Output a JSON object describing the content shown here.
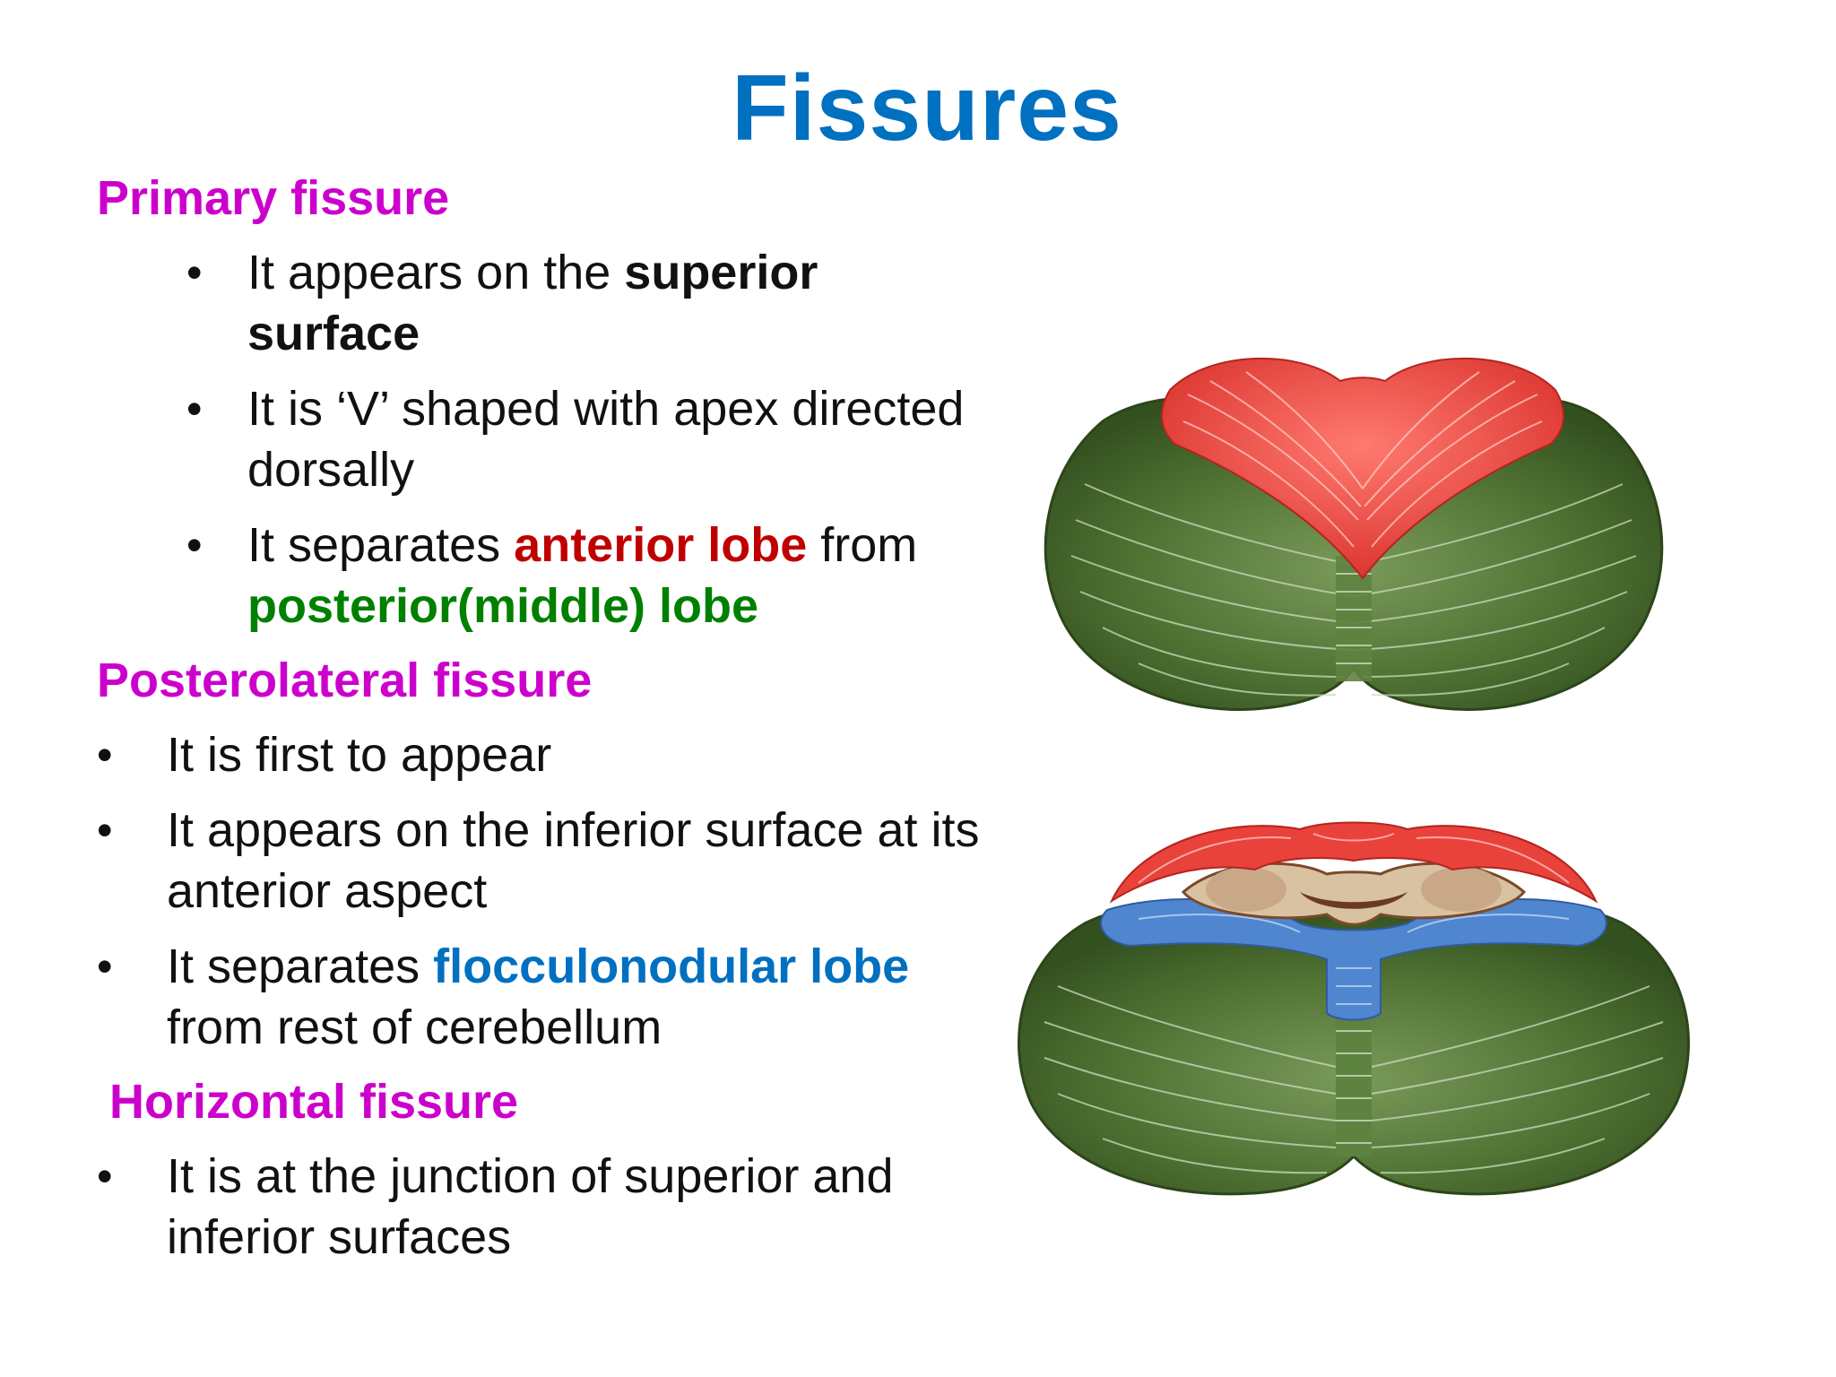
{
  "title": "Fissures",
  "sections": {
    "primary": {
      "heading": "Primary fissure",
      "bullets": [
        {
          "pre": "It appears on the ",
          "bold": "superior surface"
        },
        {
          "text": "It is ‘V’ shaped with apex directed dorsally"
        },
        {
          "pre": "It separates ",
          "red": "anterior lobe",
          "mid": " from ",
          "green": "posterior(middle) lobe"
        }
      ]
    },
    "posterolateral": {
      "heading": "Posterolateral fissure",
      "bullets": [
        {
          "text": " It is first to appear"
        },
        {
          "text": "It appears on the inferior surface at its anterior aspect"
        },
        {
          "pre": "It separates ",
          "blue": "flocculonodular lobe",
          "post": " from rest of cerebellum"
        }
      ]
    },
    "horizontal": {
      "heading": "Horizontal fissure",
      "bullets": [
        {
          "text": "It is at the junction of superior and inferior surfaces"
        }
      ]
    }
  },
  "bullet_glyph": "•",
  "colors": {
    "title": "#0070c0",
    "heading": "#cc00cc",
    "anterior_lobe": "#c00000",
    "posterior_lobe": "#008000",
    "flocculonodular_lobe": "#0070c0",
    "cerebellum_green": "#4a6b2c",
    "cerebellum_red": "#e8403a",
    "cerebellum_blue": "#4a7ec8"
  },
  "figures": [
    {
      "name": "cerebellum-superior-view-illustration"
    },
    {
      "name": "cerebellum-inferior-view-illustration"
    }
  ]
}
